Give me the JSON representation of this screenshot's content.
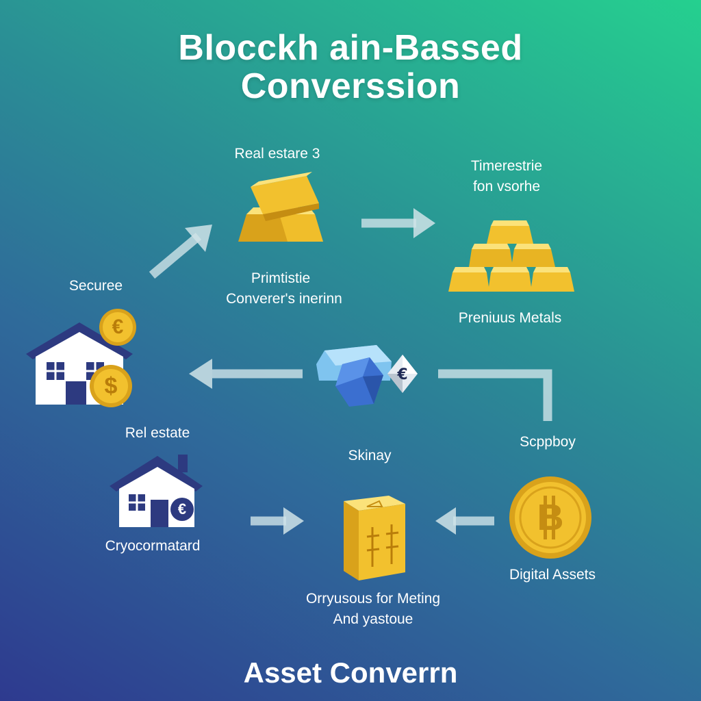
{
  "title": {
    "line1": "Blocckh ain-Bassed",
    "line2": "Converssion"
  },
  "footer": "Asset Converrn",
  "labels": {
    "real_estate_3": "Real estare  3",
    "timerestrie": "Timerestrie",
    "fon_vsorhe": "fon vsorhe",
    "secure": "Securee",
    "primtistie": "Primtistie",
    "conververs": "Converer's inerinn",
    "premium_metals": "Preniuus Metals",
    "rel_estate": "Rel estate",
    "skinay": "Skinay",
    "scppboy": "Scppboy",
    "crypto": "Cryocormatard",
    "digital_assets": "Digital Assets",
    "oru_line1": "Orryusous for Meting",
    "oru_line2": "And yastoue"
  },
  "coin_glyphs": {
    "euro": "€",
    "dollar": "$",
    "bitcoin": "B"
  },
  "icons": {
    "gold_bar": "gold-bar-icon",
    "gold_pyramid": "gold-stack-icon",
    "house_coins": "house-coins-icon",
    "house_euro": "house-euro-icon",
    "crystal": "crystal-token-icon",
    "gold_block": "gold-block-icon",
    "bitcoin": "bitcoin-icon"
  },
  "colors": {
    "gold": "#f2c12e",
    "gold_dark": "#d9a21b",
    "gold_light": "#fbe27a",
    "house": "#ffffff",
    "roof": "#2d3a80",
    "arrow": "#cfe3e8",
    "crystal": "#4f8fe0"
  }
}
